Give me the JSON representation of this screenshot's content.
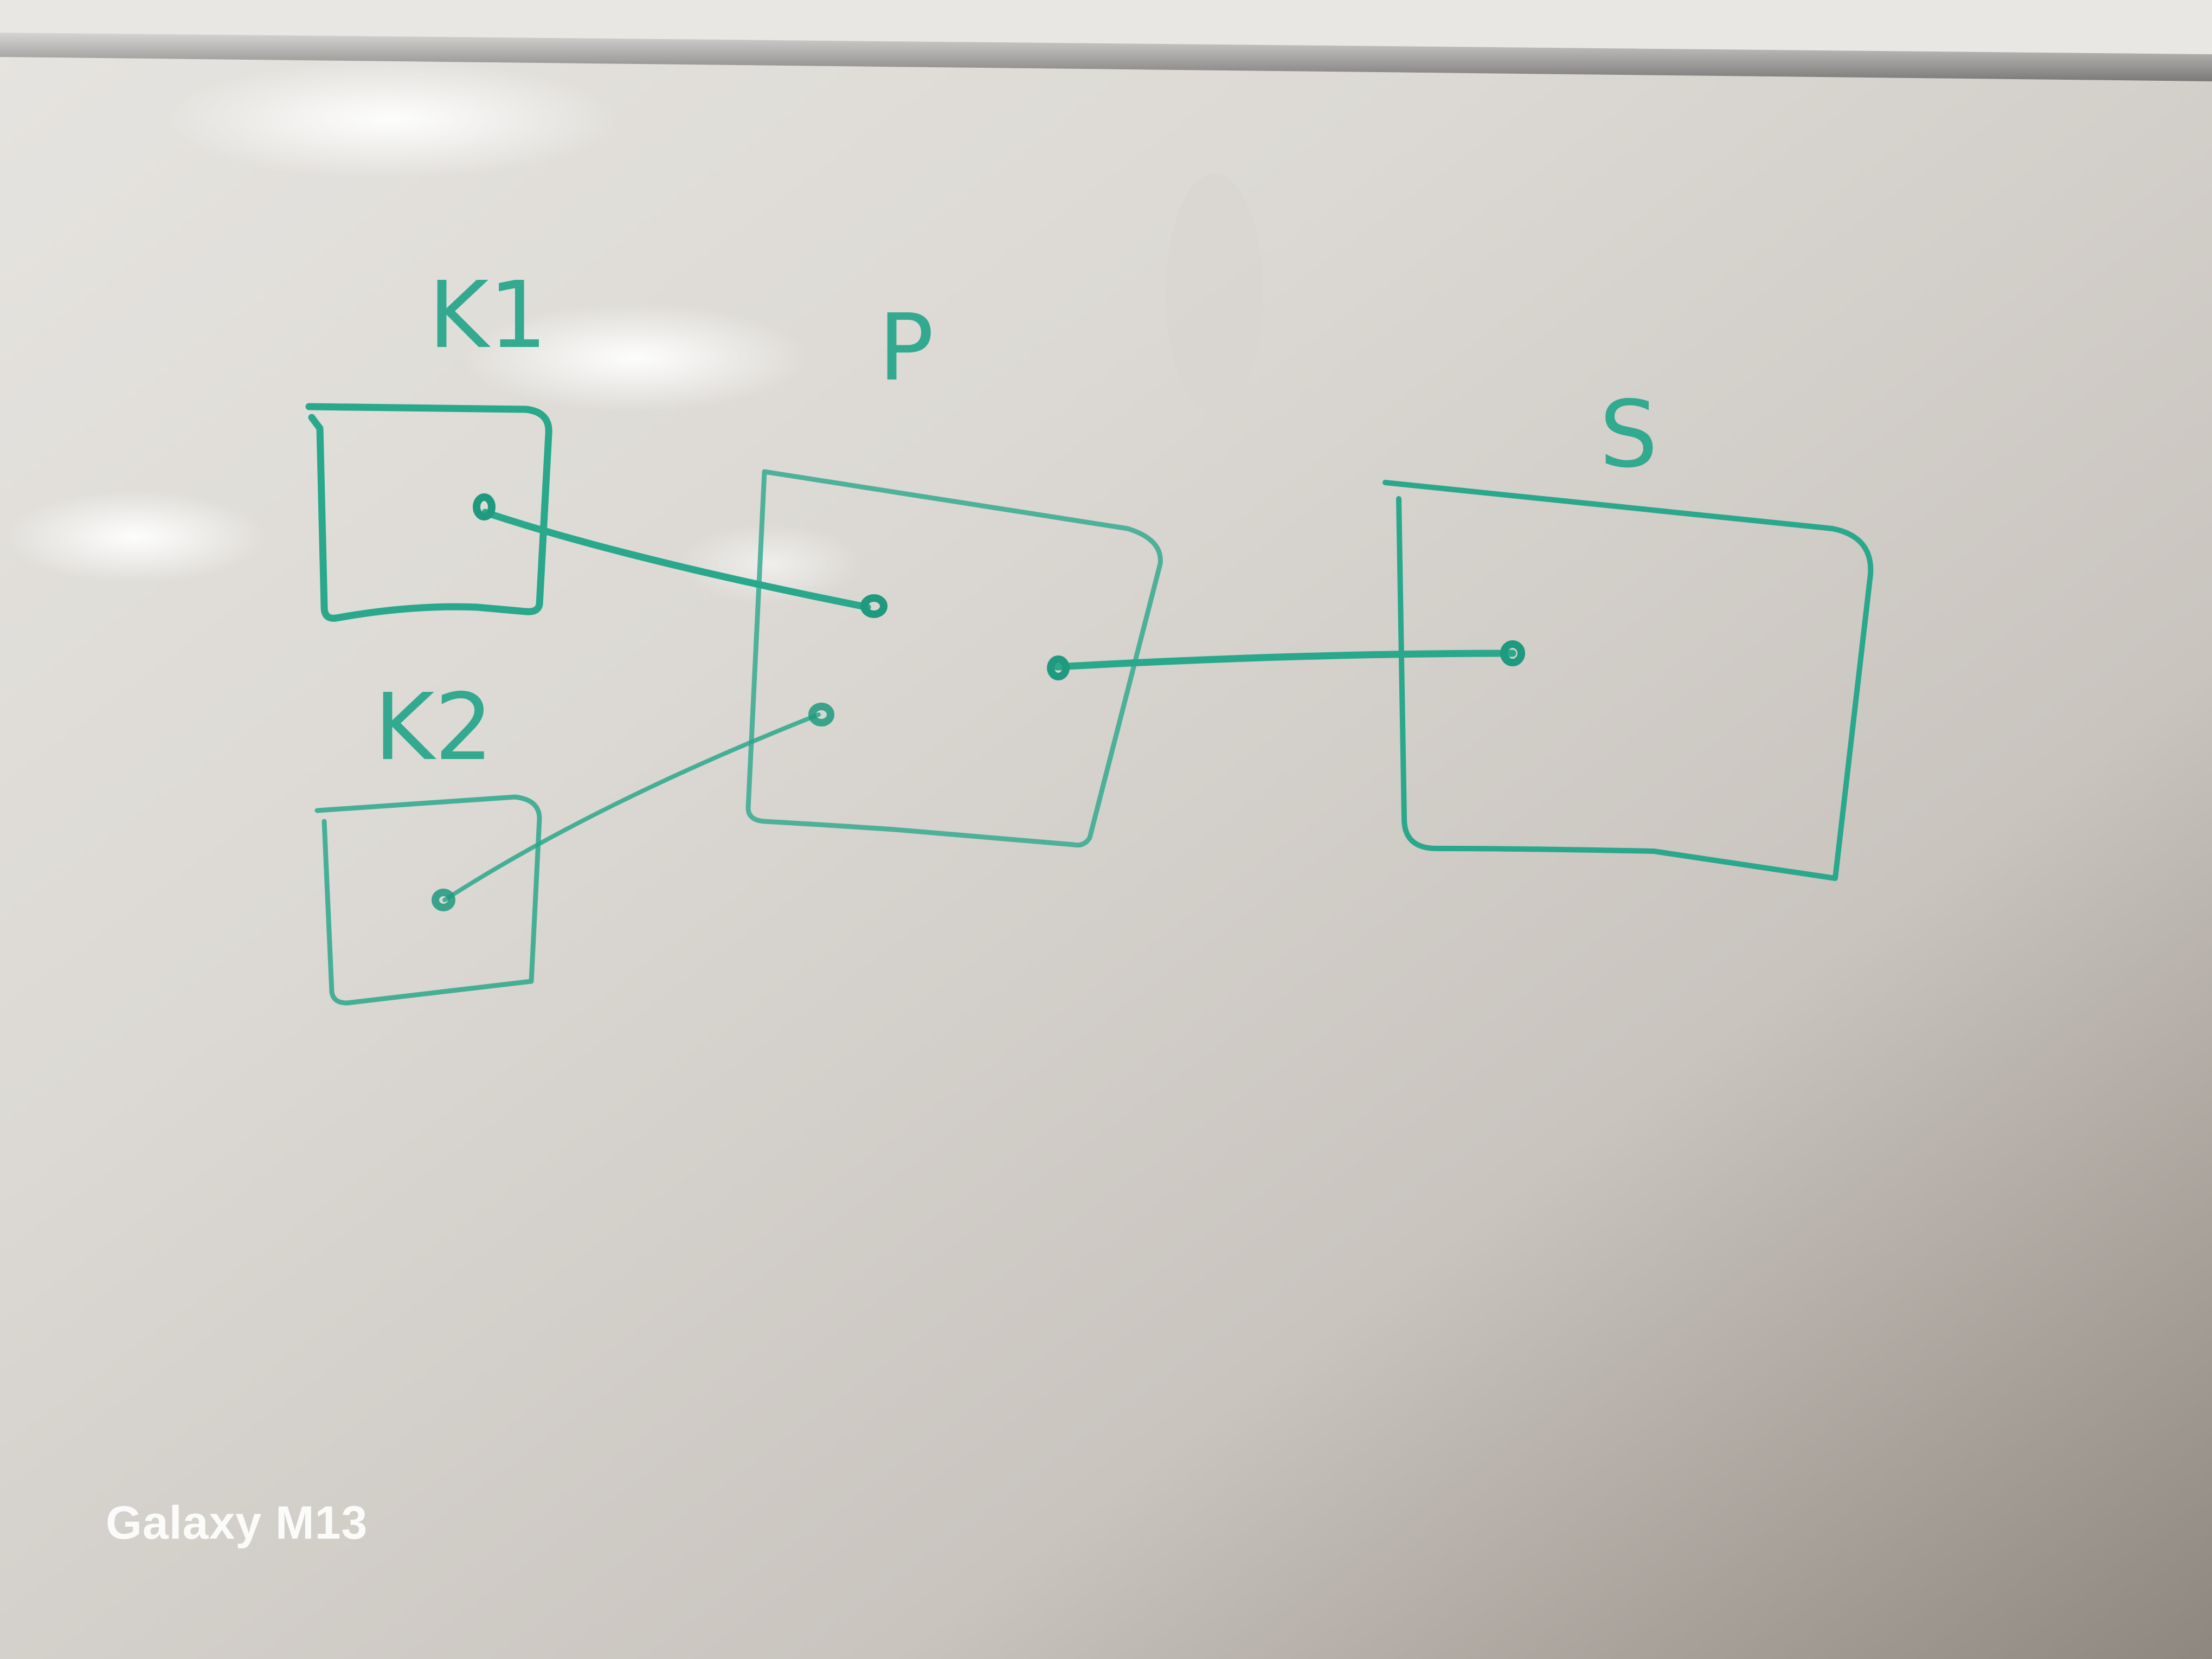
{
  "labels": {
    "k1": "K1",
    "k2": "K2",
    "p": "P",
    "s": "S"
  },
  "watermark": "Galaxy M13",
  "colors": {
    "marker": "#2aa88c",
    "board": "#e2dfda",
    "frame": "#b8b6b2"
  }
}
